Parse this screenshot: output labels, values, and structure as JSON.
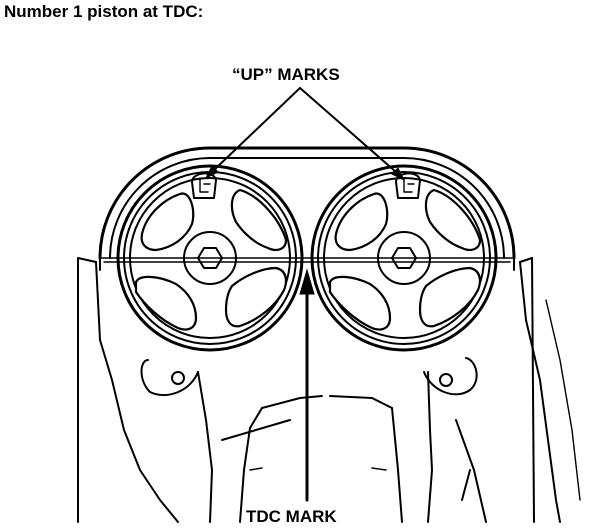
{
  "heading": "Number 1 piston at TDC:",
  "labels": {
    "up_marks": "“UP” MARKS",
    "tdc_mark": "TDC MARK"
  },
  "colors": {
    "line": "#000000",
    "background": "#ffffff"
  }
}
